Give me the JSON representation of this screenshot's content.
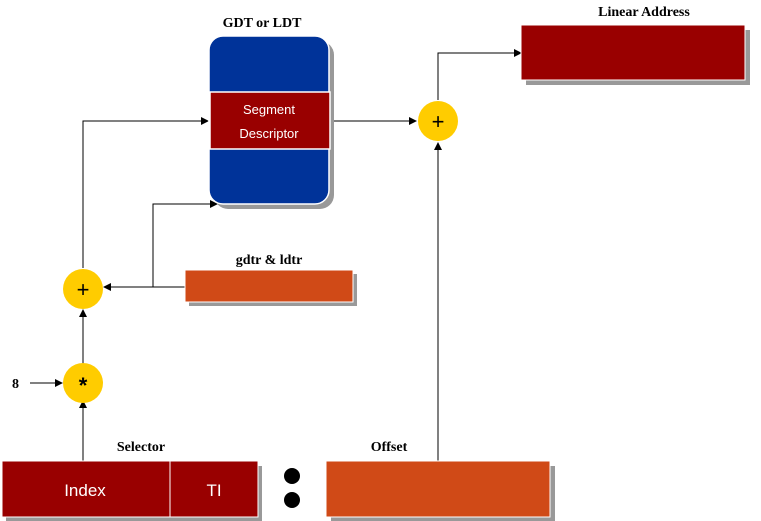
{
  "titles": {
    "gdt_ldt": "GDT or LDT",
    "linear_address": "Linear Address",
    "gdtr_ldtr": "gdtr & ldtr",
    "selector": "Selector",
    "offset": "Offset"
  },
  "descriptor": {
    "line1": "Segment",
    "line2": "Descriptor"
  },
  "selector_fields": {
    "index": "Index",
    "ti": "TI"
  },
  "operators": {
    "plus_top": "+",
    "plus_left": "+",
    "multiply": "*"
  },
  "multiplier": "8",
  "colors": {
    "table_blue": "#003399",
    "dark_red": "#990000",
    "orange": "#D04A17",
    "operator_yellow": "#FFCC00",
    "shadow": "#999999"
  }
}
